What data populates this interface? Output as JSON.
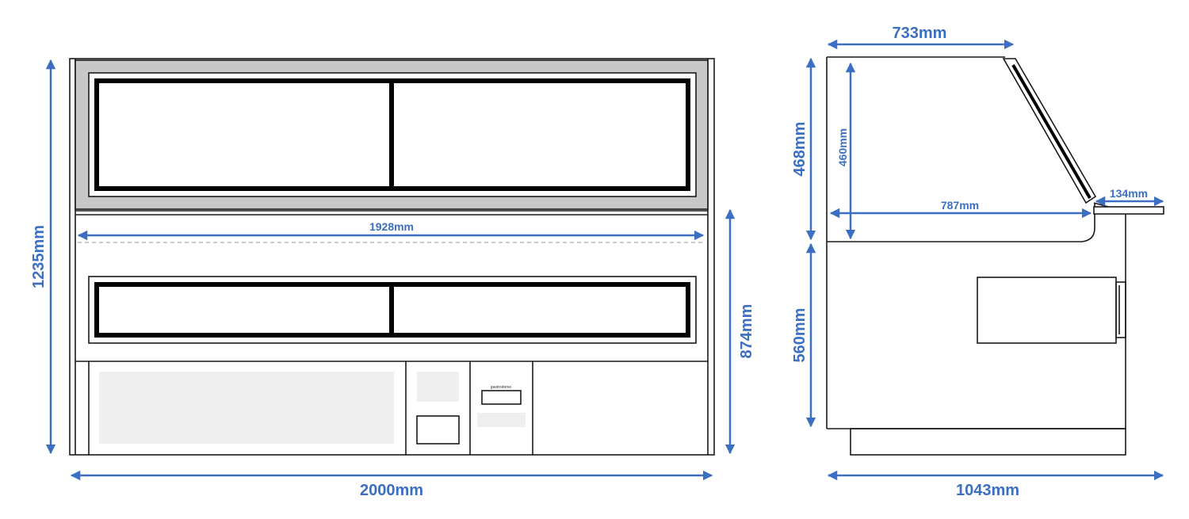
{
  "colors": {
    "dimension": "#3c6fc1",
    "outline": "#1a1a1a",
    "canopy_fill": "#c8c8c8",
    "panel_fill": "#efefef"
  },
  "front_view": {
    "width_label": "2000mm",
    "height_label": "1235mm",
    "inner_width_label": "1928mm",
    "base_height_label": "874mm",
    "control_brand_label": "gastrodomo"
  },
  "side_view": {
    "depth_label": "1043mm",
    "top_depth_label": "733mm",
    "upper_height_label": "468mm",
    "inner_height_label": "460mm",
    "display_depth_label": "787mm",
    "shelf_depth_label": "134mm",
    "base_height_label": "560mm"
  }
}
